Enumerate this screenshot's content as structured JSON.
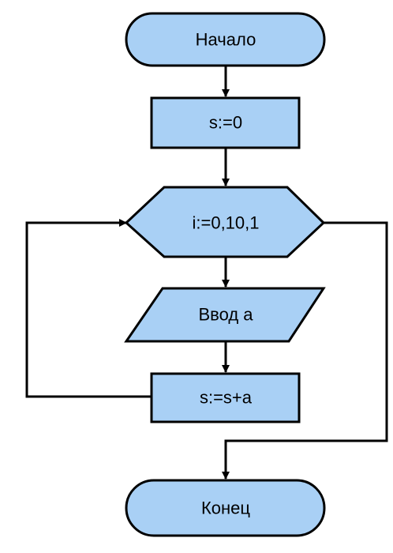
{
  "colors": {
    "node_fill": "#a9d0f5",
    "stroke": "#000000",
    "background": "#ffffff"
  },
  "nodes": {
    "start": {
      "label": "Начало",
      "shape": "terminator"
    },
    "init": {
      "label": "s:=0",
      "shape": "process"
    },
    "loop": {
      "label": "i:=0,10,1",
      "shape": "loop-hexagon"
    },
    "input": {
      "label": "Ввод а",
      "shape": "input-parallelogram"
    },
    "accumulate": {
      "label": "s:=s+a",
      "shape": "process"
    },
    "end": {
      "label": "Конец",
      "shape": "terminator"
    }
  }
}
